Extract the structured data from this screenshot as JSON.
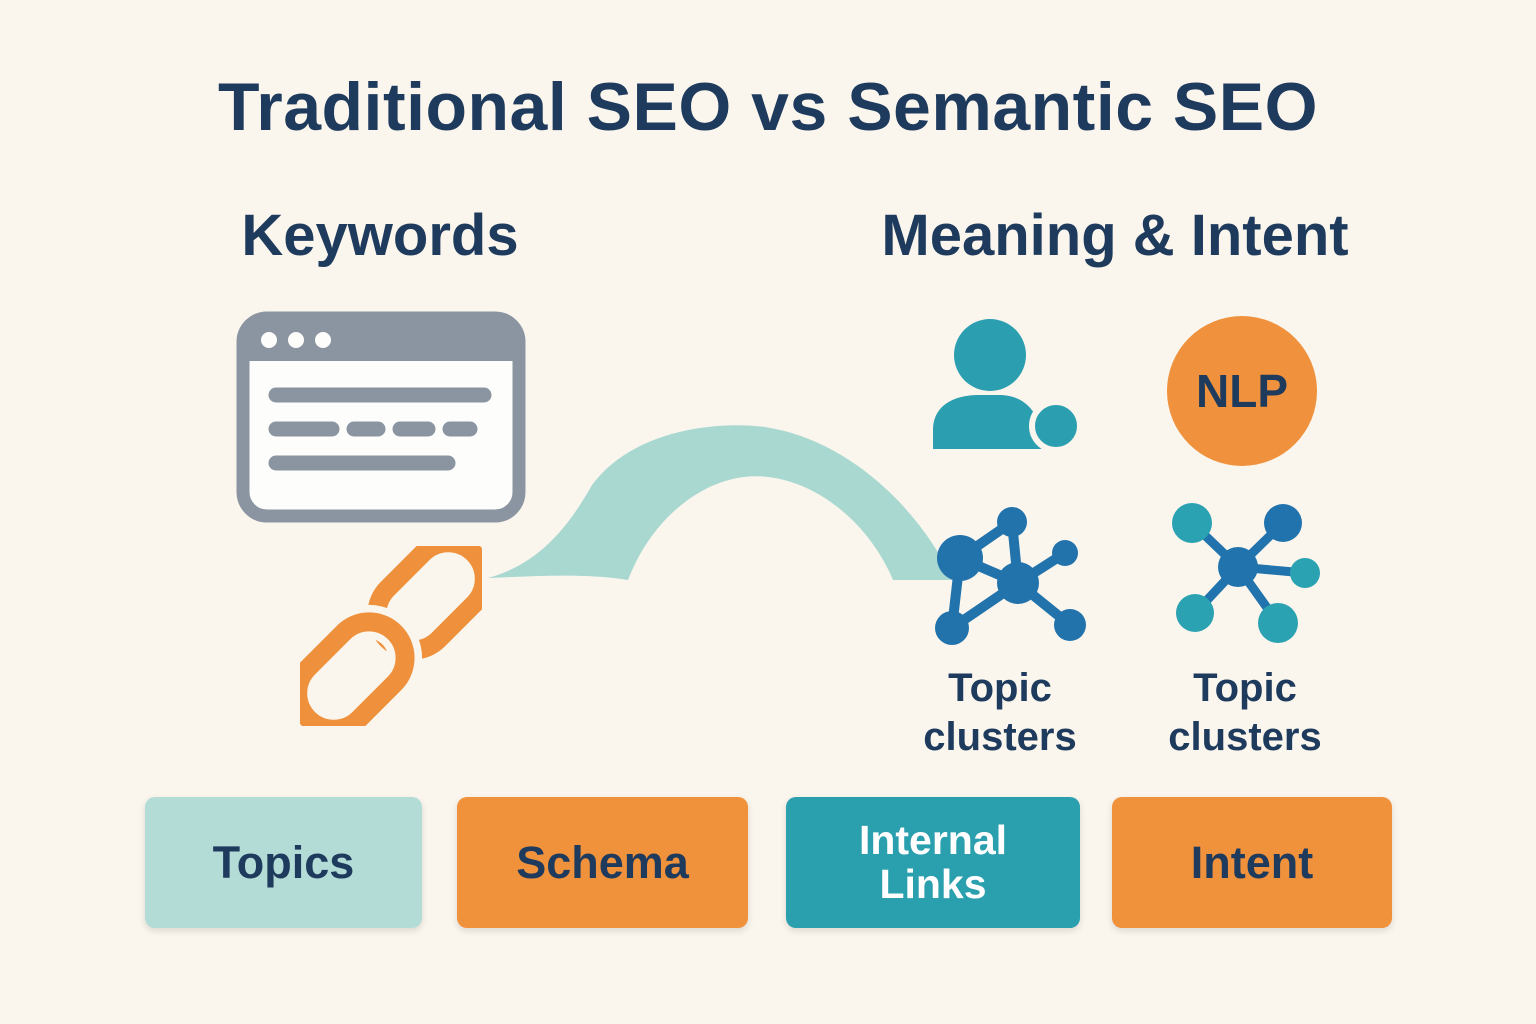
{
  "title": "Traditional SEO vs Semantic SEO",
  "columns": {
    "left": {
      "heading": "Keywords"
    },
    "right": {
      "heading": "Meaning & Intent"
    }
  },
  "icons": {
    "browser": "browser-window-icon",
    "chain": "link-chain-icon",
    "bridge": "arc-bridge-arrow",
    "person": "user-person-icon",
    "cluster_left": "topic-cluster-network-icon",
    "cluster_right": "topic-cluster-hub-icon"
  },
  "nlp_badge": {
    "label": "NLP"
  },
  "cluster_labels": {
    "left": "Topic clusters",
    "right": "Topic clusters"
  },
  "bottom_boxes": [
    {
      "label": "Topics",
      "bg": "#b4dcd6",
      "text_color": "#1e3a5c"
    },
    {
      "label": "Schema",
      "bg": "#f0913c",
      "text_color": "#1e3a5c"
    },
    {
      "label": "Internal Links",
      "bg": "#2a9fae",
      "text_color": "#ffffff"
    },
    {
      "label": "Intent",
      "bg": "#f0913c",
      "text_color": "#1e3a5c"
    }
  ],
  "colors": {
    "background": "#faf6ee",
    "navy": "#1e3a5c",
    "orange": "#f0913c",
    "teal": "#2a9fae",
    "light_teal": "#b4dcd6",
    "arc_teal": "#a9d8d1",
    "gray": "#8b95a1",
    "blue": "#2273ac"
  }
}
